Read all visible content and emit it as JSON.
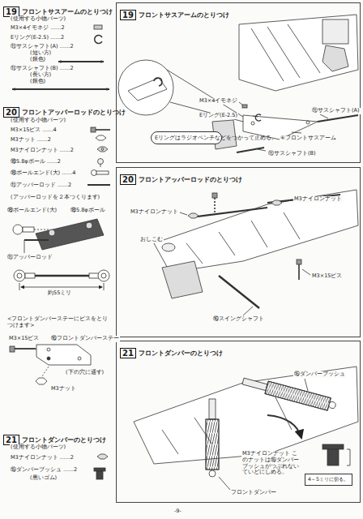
{
  "diagram": {
    "nodes": [
      {
        "text": [
          "19",
          "フロントサスアームのとりつけ"
        ]
      },
      {
        "text": [
          "20",
          "フロントアッパーロッドのとりつけ"
        ]
      },
      {
        "text": [
          "21",
          "フロントダンパーのとりつけ"
        ]
      },
      {
        "text": [
          "19",
          "フロントサスアームのとりつけ"
        ]
      },
      {
        "text": [
          "Eリングはラジオペンチなどをつかって止める。"
        ],
        "in": 3
      },
      {
        "text": [
          "20",
          "フロントアッパーロッドのとりつけ"
        ]
      },
      {
        "text": [
          "21",
          "フロントダンパーのとりつけ"
        ]
      },
      {
        "text": [
          "4～5ミリに切る。"
        ],
        "in": 6
      }
    ],
    "labels": [
      "(使用する小物パーツ)",
      "M3×4イモネジ ……2",
      "Eリング(E-2.5) ……2",
      "⑪サスシャフト(A) ……2",
      "(短い方)",
      "(銀色)",
      "⑪サスシャフト(B) ……2",
      "(長い方)",
      "(銀色)",
      "(使用する小物パーツ)",
      "M3×15ビス ……4",
      "M3ナット ……2",
      "M3ナイロンナット ……2",
      "⑱5.8φボール ……2",
      "⑱ボールエンド(大) ……4",
      "⑪アッパーロッド ……2",
      "(アッパーロッドを２本つくります)",
      "⑱ボールエンド(大)",
      "⑱5.8φボール",
      "⑪アッパーロッド",
      "約55ミリ",
      "<フロントダンパーステーにビスをとりつけます>",
      "M3×15ビス",
      "⑯フロントダンパーステー",
      "(下の穴に通す)",
      "M3ナット",
      "(使用する小物パーツ)",
      "M3ナイロンナット ……2",
      "⑮ダンパーブッシュ ……2",
      "(黒いゴム)",
      "⑪サスシャフト(A)",
      "M3×4イモネジ",
      "Eリング(E-2.5)",
      "⑥フロントサスアーム",
      "⑪サスシャフト(B)",
      "M3ナイロンナット",
      "M3ナイロンナット",
      "おしこむ",
      "M3×15ビス",
      "⑯スイングシャフト",
      "⑮ダンパーブッシュ",
      "M3ナイロンナット このナットは⑮ダンパーブッシュがつぶれないていどにしめる。",
      "フロントダンパー",
      "-9-"
    ]
  }
}
